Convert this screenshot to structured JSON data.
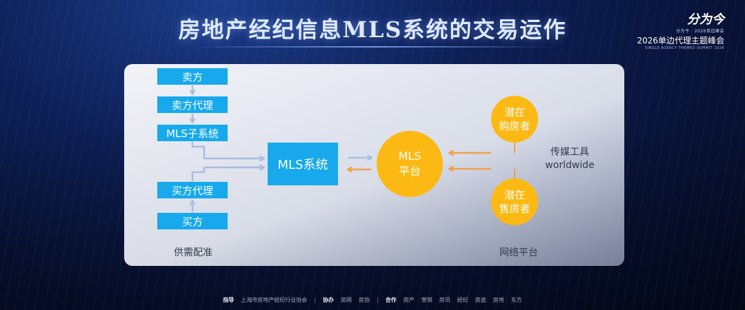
{
  "header": {
    "title": "房地产经纪信息MLS系统的交易运作"
  },
  "logo": {
    "brand": "分为今",
    "tag": "分为今 · 2026单边峰会",
    "event": "2026单边代理主题峰会",
    "sub": "SINGLE AGENCY THEMED SUMMIT 2026"
  },
  "diagram": {
    "seller": "卖方",
    "seller_agent": "卖方代理",
    "mls_subsystem": "MLS子系统",
    "buyer_agent": "买方代理",
    "buyer": "买方",
    "mls_system": "MLS系统",
    "mls_platform": "MLS\n平台",
    "potential_buyer": "潜在\n购房者",
    "potential_seller": "潜在\n售房者",
    "media_tools": "传媒工具\nworldwide",
    "supply_demand": "供需配准",
    "online_platform": "网络平台",
    "colors": {
      "box": "#17a9ec",
      "circle": "#fdb913",
      "arrow_blue": "#a9bde0",
      "arrow_orange": "#f0a04b"
    }
  },
  "footer": {
    "guide_label": "指导",
    "guide_org": "上海市房地产经纪行业协会",
    "assist_label": "协办",
    "assist_orgs": [
      "房网",
      "房协"
    ],
    "coop_label": "合作",
    "coop_orgs": [
      "房产",
      "营销",
      "房讯",
      "经纪",
      "房途",
      "房地",
      "东方"
    ]
  }
}
